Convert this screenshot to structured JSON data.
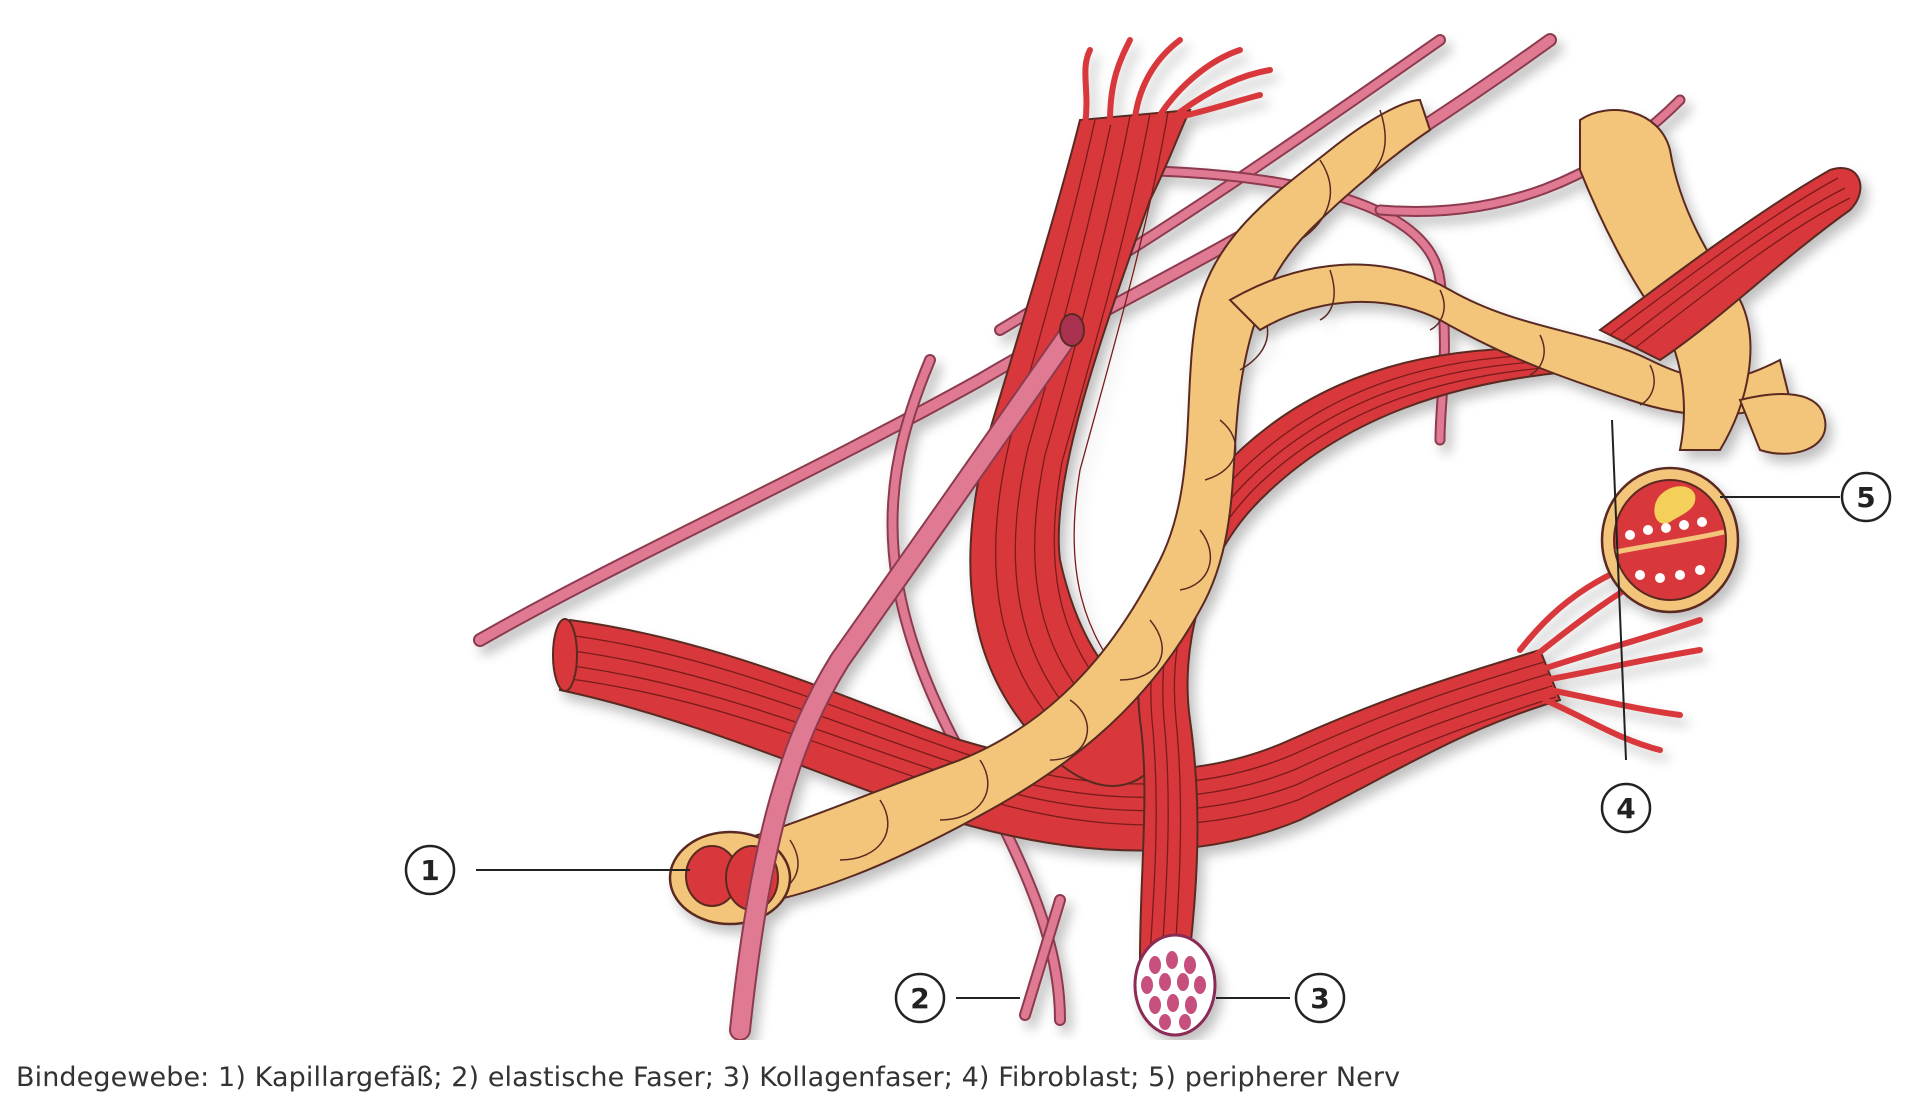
{
  "colors": {
    "collagen": "#d8393a",
    "collagen_line": "#7a1a1b",
    "fibroblast": "#f2c57a",
    "elastic": "#e07a93",
    "outline": "#5a2a20",
    "nerve_core": "#d8393a",
    "myelin_accent": "#f4d05a"
  },
  "labels": [
    {
      "id": "1",
      "text": "1"
    },
    {
      "id": "2",
      "text": "2"
    },
    {
      "id": "3",
      "text": "3"
    },
    {
      "id": "4",
      "text": "4"
    },
    {
      "id": "5",
      "text": "5"
    }
  ],
  "caption": "Bindegewebe: 1) Kapillargefäß; 2) elastische Faser; 3) Kollagenfaser; 4) Fibroblast; 5) peripherer Nerv"
}
